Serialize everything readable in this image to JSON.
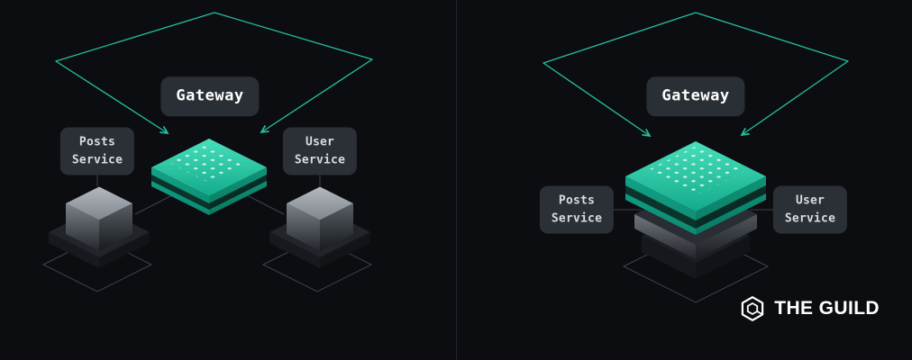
{
  "colors": {
    "background": "#0b0d11",
    "accent_teal": "#25c0a0",
    "teal_platform_top": "#2bc7a6",
    "label_bg": "#2b2f36",
    "label_text": "#d9dcdf",
    "gateway_text": "#ffffff",
    "wireframe_gray": "#3f444c",
    "logo_text_color": "#ffffff"
  },
  "left_diagram": {
    "gateway_label": "Gateway",
    "posts_service_label": "Posts\nService",
    "user_service_label": "User\nService"
  },
  "right_diagram": {
    "gateway_label": "Gateway",
    "posts_service_label": "Posts\nService",
    "user_service_label": "User\nService"
  },
  "logo": {
    "text": "THE GUILD",
    "icon": "guild-hexagon-icon"
  }
}
